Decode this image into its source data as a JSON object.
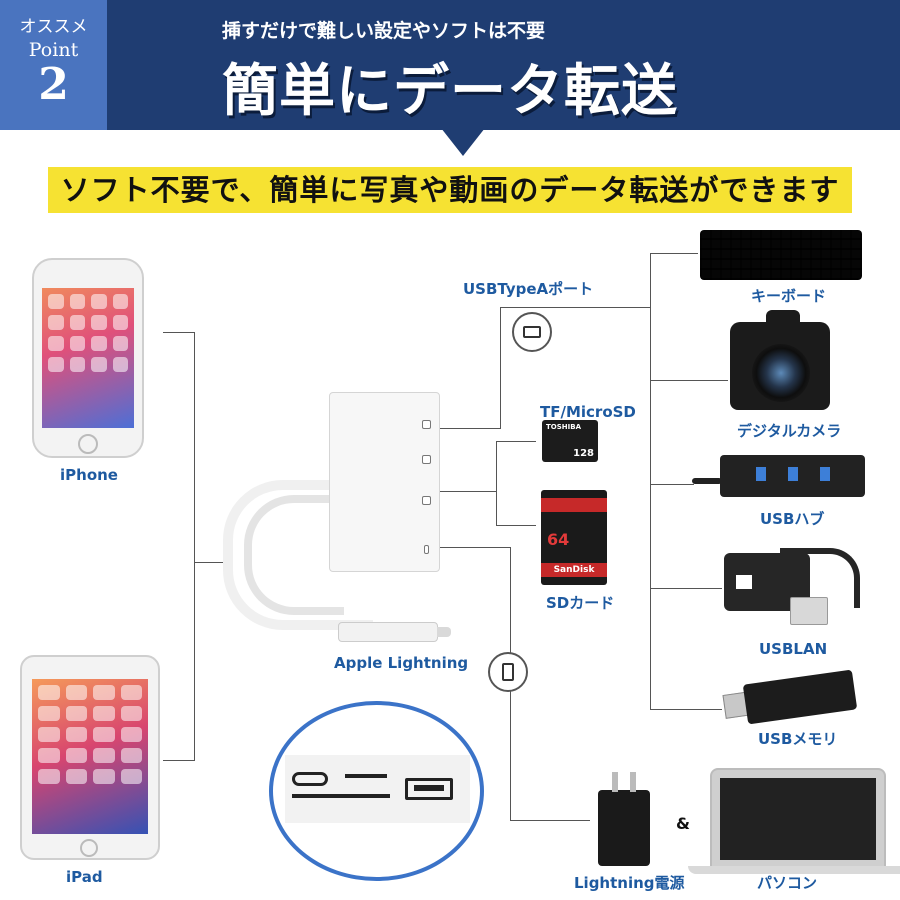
{
  "header": {
    "badge_top": "オススメ",
    "badge_mid": "Point",
    "badge_num": "2",
    "subtitle": "挿すだけで難しい設定やソフトは不要",
    "title": "簡単にデータ転送"
  },
  "banner": "ソフト不要で、簡単に写真や動画のデータ転送ができます",
  "left_devices": {
    "iphone": "iPhone",
    "ipad": "iPad"
  },
  "adapter": {
    "lightning_label": "Apple Lightning"
  },
  "ports": {
    "usb_type_a": "USBTypeAポート",
    "tf_microsd": "TF/MicroSD",
    "sd_card": "SDカード"
  },
  "sd_cards": {
    "microsd_brand": "TOSHIBA",
    "microsd_capacity": "128",
    "sd_capacity": "64",
    "sd_brand": "SanDisk"
  },
  "right_devices": [
    "キーボード",
    "デジタルカメラ",
    "USBハブ",
    "USBLAN",
    "USBメモリ"
  ],
  "bottom": {
    "power": "Lightning電源",
    "amp": "&",
    "pc": "パソコン"
  },
  "colors": {
    "header_bg": "#1f3d72",
    "badge_bg": "#4a74bf",
    "banner_bg": "#f6e232",
    "label_blue": "#1e5aa0",
    "oval_border": "#3b73c8"
  }
}
